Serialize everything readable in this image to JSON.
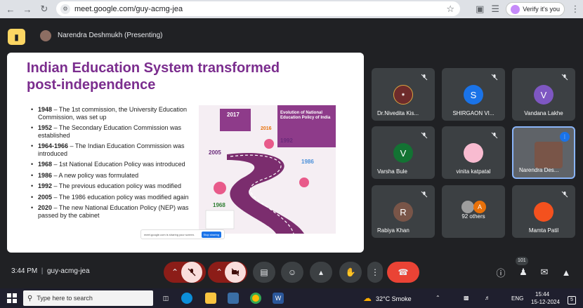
{
  "browser": {
    "url": "meet.google.com/guy-acmg-jea",
    "verify_label": "Verify it's you"
  },
  "meet": {
    "presenter_label": "Narendra Deshmukh (Presenting)",
    "time": "3:44 PM",
    "meeting_code": "guy-acmg-jea",
    "participant_count": "101"
  },
  "slide": {
    "title_line1": "Indian Education System transformed",
    "title_line2": "post-independence",
    "bullets": [
      {
        "year": "1948",
        "text": " – The 1st commission, the University Education Commission, was set up"
      },
      {
        "year": "1952",
        "text": " – The Secondary Education Commission was established"
      },
      {
        "year": "1964-1966",
        "text": " – The Indian Education Commission was introduced"
      },
      {
        "year": "1968",
        "text": " – 1st National Education Policy was introduced"
      },
      {
        "year": "1986",
        "text": " – A new policy was formulated"
      },
      {
        "year": "1992",
        "text": " – The previous education policy was modified"
      },
      {
        "year": "2005",
        "text": " – The 1986 education policy was modified again"
      },
      {
        "year": "2020",
        "text": " – The new National Education Policy (NEP) was passed by the cabinet"
      }
    ],
    "infographic": {
      "heading": "Evolution of National Education Policy of India",
      "years": [
        "2017",
        "2016",
        "2005",
        "1992",
        "1986",
        "1968"
      ]
    },
    "share_text": "meet.google.com is sharing your screen.",
    "stop_sharing_label": "Stop sharing"
  },
  "tiles": [
    {
      "name": "Dr.Nivedita Kis...",
      "initial": "",
      "color": "#6d2b2b"
    },
    {
      "name": "SHIRGAON VI...",
      "initial": "S",
      "color": "#1a73e8"
    },
    {
      "name": "Vandana Lakhe",
      "initial": "V",
      "color": "#7e57c2"
    },
    {
      "name": "Varsha Bule",
      "initial": "V",
      "color": "#137333"
    },
    {
      "name": "vinita katpatal",
      "initial": "",
      "color": "#f8bbd0"
    },
    {
      "name": "Narendra Des...",
      "initial": "",
      "color": "#8d6e63"
    },
    {
      "name": "Rabiya Khan",
      "initial": "R",
      "color": "#795548"
    },
    {
      "name": "92 others",
      "initial": "A",
      "color": "#e8710a"
    },
    {
      "name": "Mamta Patil",
      "initial": "",
      "color": "#f4511e"
    }
  ],
  "taskbar": {
    "search_placeholder": "Type here to search",
    "weather": "32°C  Smoke",
    "lang": "ENG",
    "clock_time": "15:44",
    "clock_date": "15-12-2024",
    "notification_count": "5"
  }
}
